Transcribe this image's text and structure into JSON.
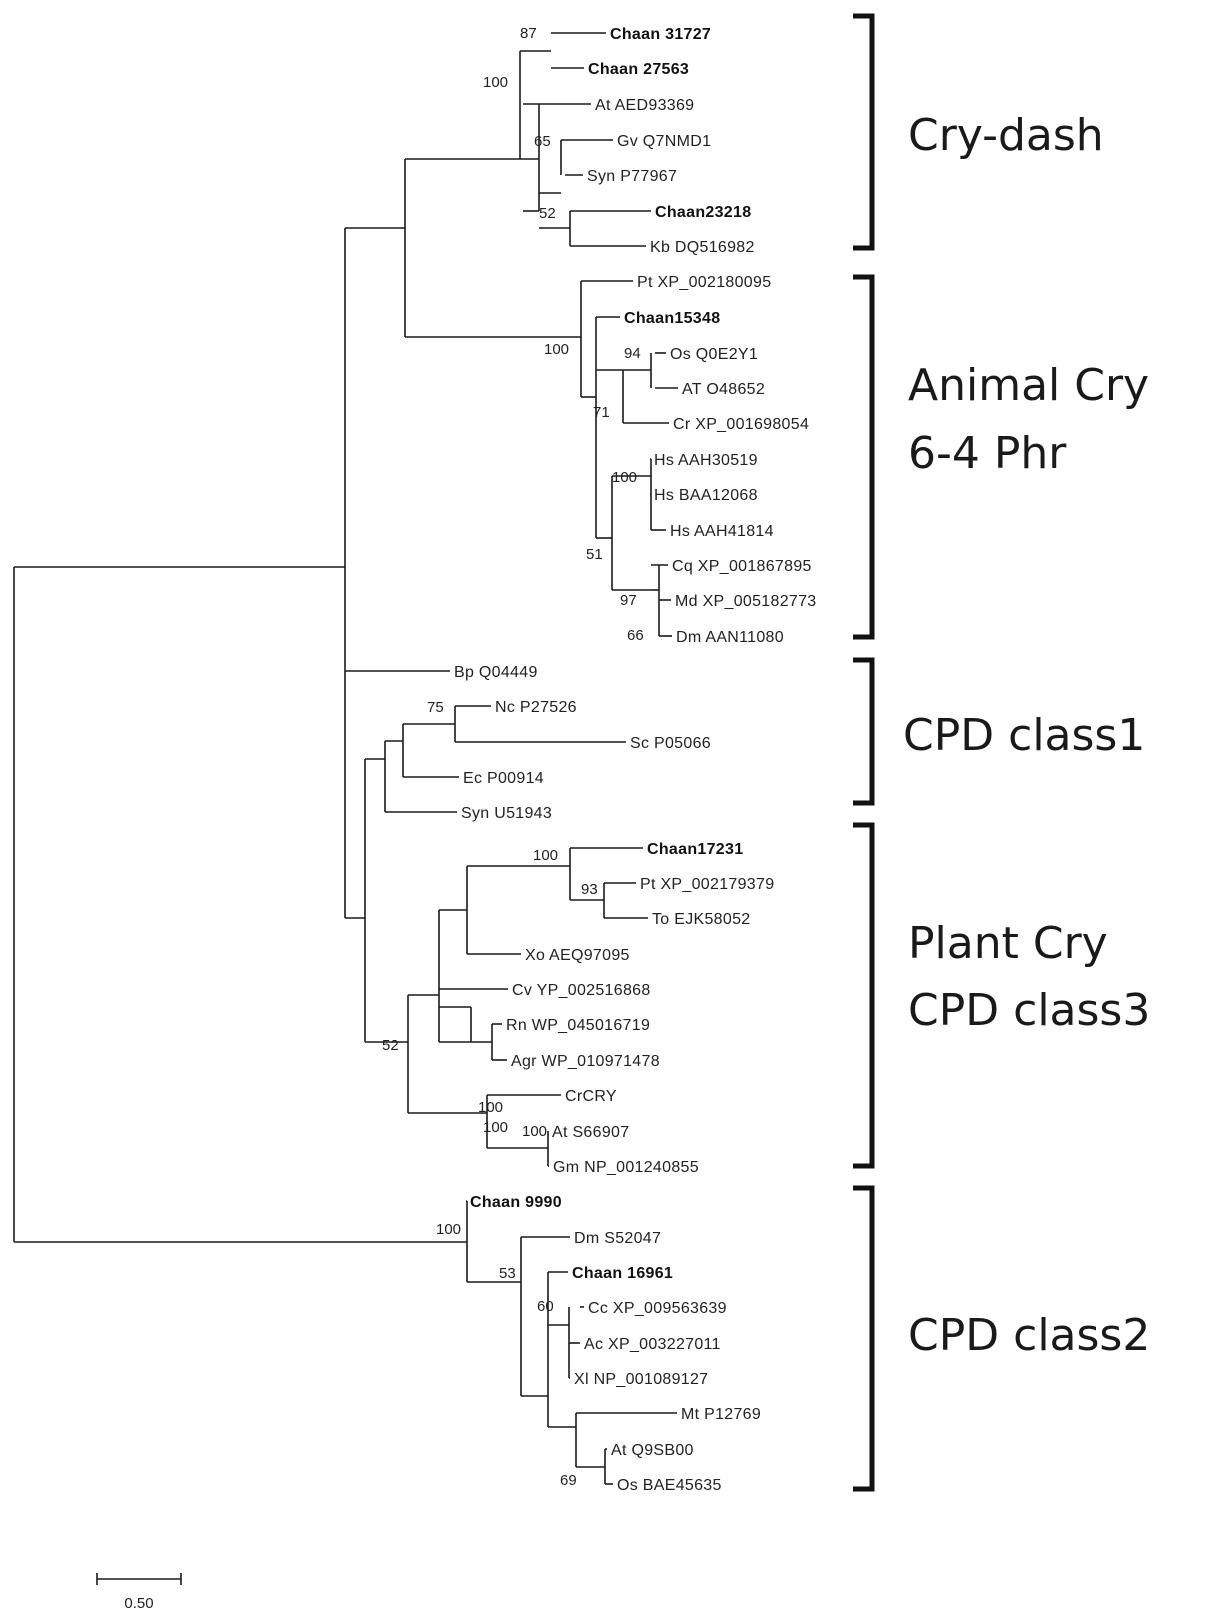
{
  "tree": {
    "taxa": [
      {
        "label": "Chaan 31727",
        "bold": true
      },
      {
        "label": "Chaan 27563",
        "bold": true
      },
      {
        "label": "At AED93369",
        "bold": false
      },
      {
        "label": "Gv Q7NMD1",
        "bold": false
      },
      {
        "label": "Syn P77967",
        "bold": false
      },
      {
        "label": "Chaan23218",
        "bold": true
      },
      {
        "label": "Kb DQ516982",
        "bold": false
      },
      {
        "label": "Pt XP_002180095",
        "bold": false
      },
      {
        "label": "Chaan15348",
        "bold": true
      },
      {
        "label": "Os Q0E2Y1",
        "bold": false
      },
      {
        "label": "AT O48652",
        "bold": false
      },
      {
        "label": "Cr XP_001698054",
        "bold": false
      },
      {
        "label": "Hs AAH30519",
        "bold": false
      },
      {
        "label": "Hs BAA12068",
        "bold": false
      },
      {
        "label": "Hs AAH41814",
        "bold": false
      },
      {
        "label": "Cq XP_001867895",
        "bold": false
      },
      {
        "label": "Md XP_005182773",
        "bold": false
      },
      {
        "label": "Dm AAN11080",
        "bold": false
      },
      {
        "label": "Bp Q04449",
        "bold": false
      },
      {
        "label": "Nc P27526",
        "bold": false
      },
      {
        "label": "Sc P05066",
        "bold": false
      },
      {
        "label": "Ec P00914",
        "bold": false
      },
      {
        "label": "Syn U51943",
        "bold": false
      },
      {
        "label": "Chaan17231",
        "bold": true
      },
      {
        "label": "Pt XP_002179379",
        "bold": false
      },
      {
        "label": "To EJK58052",
        "bold": false
      },
      {
        "label": "Xo AEQ97095",
        "bold": false
      },
      {
        "label": "Cv YP_002516868",
        "bold": false
      },
      {
        "label": "Rn WP_045016719",
        "bold": false
      },
      {
        "label": "Agr WP_010971478",
        "bold": false
      },
      {
        "label": "CrCRY",
        "bold": false
      },
      {
        "label": "At S66907",
        "bold": false
      },
      {
        "label": "Gm NP_001240855",
        "bold": false
      },
      {
        "label": "Chaan 9990",
        "bold": true
      },
      {
        "label": "Dm S52047",
        "bold": false
      },
      {
        "label": "Chaan 16961",
        "bold": true
      },
      {
        "label": "Cc XP_009563639",
        "bold": false
      },
      {
        "label": "Ac XP_003227011",
        "bold": false
      },
      {
        "label": "Xl NP_001089127",
        "bold": false
      },
      {
        "label": "Mt P12769",
        "bold": false
      },
      {
        "label": "At Q9SB00",
        "bold": false
      },
      {
        "label": "Os BAE45635",
        "bold": false
      }
    ],
    "bootstrap": [
      "87",
      "100",
      "65",
      "52",
      "100",
      "94",
      "71",
      "100",
      "51",
      "97",
      "66",
      "75",
      "100",
      "93",
      "100",
      "52",
      "100",
      "100",
      "100",
      "53",
      "60",
      "69"
    ],
    "clades": [
      {
        "lines": [
          "Cry-dash"
        ]
      },
      {
        "lines": [
          "Animal Cry",
          "6-4 Phr"
        ]
      },
      {
        "lines": [
          "CPD class1"
        ]
      },
      {
        "lines": [
          "Plant Cry",
          "CPD class3"
        ]
      },
      {
        "lines": [
          "CPD class2"
        ]
      }
    ],
    "scale_bar": {
      "label": "0.50",
      "value": 0.5
    }
  }
}
